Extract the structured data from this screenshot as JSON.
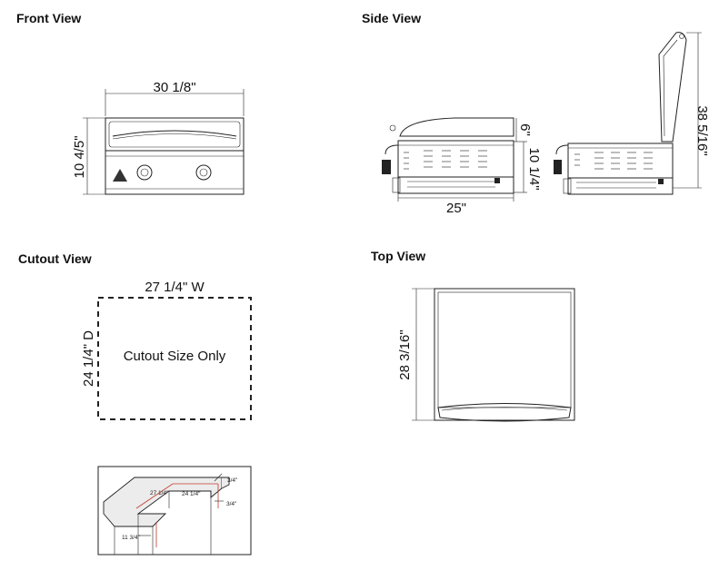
{
  "headings": {
    "front": "Front View",
    "side": "Side View",
    "cutout": "Cutout View",
    "top": "Top View"
  },
  "front": {
    "width": "30 1/8\"",
    "height": "10 4/5\""
  },
  "side": {
    "lid_height": "6\"",
    "body_height": "10 1/4\"",
    "depth": "25\"",
    "open_height": "38 5/16\""
  },
  "cutout": {
    "width": "27 1/4\" W",
    "depth": "24 1/4\" D",
    "label": "Cutout Size Only"
  },
  "top": {
    "depth": "28 3/16\""
  },
  "detail": {
    "width": "27 1/4\"",
    "depth": "24 1/4\"",
    "lip_top": "3/4\"",
    "lip_side": "3/4\"",
    "height": "11 3/4\""
  }
}
